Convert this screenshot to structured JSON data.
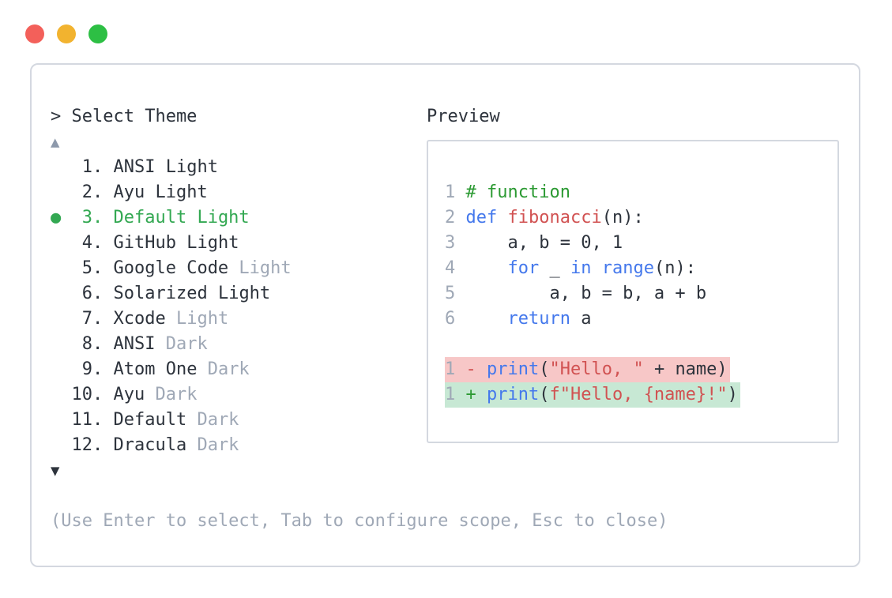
{
  "window": {
    "controls": {
      "close_color": "#f3605a",
      "minimize_color": "#f2b32f",
      "zoom_color": "#2dbf44"
    }
  },
  "selector": {
    "prompt": "> Select Theme",
    "scroll_up_icon": "▲",
    "scroll_down_icon": "▼",
    "selected_marker": "●",
    "items": [
      {
        "number": "1",
        "name": "ANSI",
        "variant": "Light",
        "variant_muted": false,
        "selected": false
      },
      {
        "number": "2",
        "name": "Ayu",
        "variant": "Light",
        "variant_muted": false,
        "selected": false
      },
      {
        "number": "3",
        "name": "Default",
        "variant": "Light",
        "variant_muted": false,
        "selected": true
      },
      {
        "number": "4",
        "name": "GitHub",
        "variant": "Light",
        "variant_muted": false,
        "selected": false
      },
      {
        "number": "5",
        "name": "Google Code",
        "variant": "Light",
        "variant_muted": true,
        "selected": false
      },
      {
        "number": "6",
        "name": "Solarized",
        "variant": "Light",
        "variant_muted": false,
        "selected": false
      },
      {
        "number": "7",
        "name": "Xcode",
        "variant": "Light",
        "variant_muted": true,
        "selected": false
      },
      {
        "number": "8",
        "name": "ANSI",
        "variant": "Dark",
        "variant_muted": true,
        "selected": false
      },
      {
        "number": "9",
        "name": "Atom One",
        "variant": "Dark",
        "variant_muted": true,
        "selected": false
      },
      {
        "number": "10",
        "name": "Ayu",
        "variant": "Dark",
        "variant_muted": true,
        "selected": false
      },
      {
        "number": "11",
        "name": "Default",
        "variant": "Dark",
        "variant_muted": true,
        "selected": false
      },
      {
        "number": "12",
        "name": "Dracula",
        "variant": "Dark",
        "variant_muted": true,
        "selected": false
      }
    ],
    "hint": "(Use Enter to select, Tab to configure scope, Esc to close)"
  },
  "preview": {
    "title": "Preview",
    "code_lines": [
      {
        "num": "1",
        "tokens": [
          {
            "t": "# function",
            "c": "comment"
          }
        ]
      },
      {
        "num": "2",
        "tokens": [
          {
            "t": "def",
            "c": "keyword"
          },
          {
            "t": " ",
            "c": "plain"
          },
          {
            "t": "fibonacci",
            "c": "func"
          },
          {
            "t": "(n):",
            "c": "plain"
          }
        ]
      },
      {
        "num": "3",
        "tokens": [
          {
            "t": "    a, b = 0, 1",
            "c": "plain"
          }
        ]
      },
      {
        "num": "4",
        "tokens": [
          {
            "t": "    ",
            "c": "plain"
          },
          {
            "t": "for",
            "c": "keyword"
          },
          {
            "t": " _ ",
            "c": "plain"
          },
          {
            "t": "in",
            "c": "keyword"
          },
          {
            "t": " ",
            "c": "plain"
          },
          {
            "t": "range",
            "c": "keyword"
          },
          {
            "t": "(n):",
            "c": "plain"
          }
        ]
      },
      {
        "num": "5",
        "tokens": [
          {
            "t": "        a, b = b, a + b",
            "c": "plain"
          }
        ]
      },
      {
        "num": "6",
        "tokens": [
          {
            "t": "    ",
            "c": "plain"
          },
          {
            "t": "return",
            "c": "keyword"
          },
          {
            "t": " a",
            "c": "plain"
          }
        ]
      }
    ],
    "diff_lines": [
      {
        "num": "1",
        "sign": "-",
        "type": "removed",
        "tokens": [
          {
            "t": "print",
            "c": "keyword"
          },
          {
            "t": "(",
            "c": "plain"
          },
          {
            "t": "\"Hello, \"",
            "c": "string"
          },
          {
            "t": " + name)",
            "c": "plain"
          }
        ]
      },
      {
        "num": "1",
        "sign": "+",
        "type": "added",
        "tokens": [
          {
            "t": "print",
            "c": "keyword"
          },
          {
            "t": "(",
            "c": "plain"
          },
          {
            "t": "f\"Hello, {name}!\"",
            "c": "string"
          },
          {
            "t": ")",
            "c": "plain"
          }
        ]
      }
    ]
  },
  "colors": {
    "text": "#2d333c",
    "muted": "#9fa8b6",
    "selected_green": "#33a852",
    "comment_green": "#2c9a33",
    "keyword_blue": "#4478ec",
    "string_red": "#d15252",
    "removed_bg": "#f7c7c7",
    "added_bg": "#c7e8d4",
    "border": "#d4d8e0"
  }
}
